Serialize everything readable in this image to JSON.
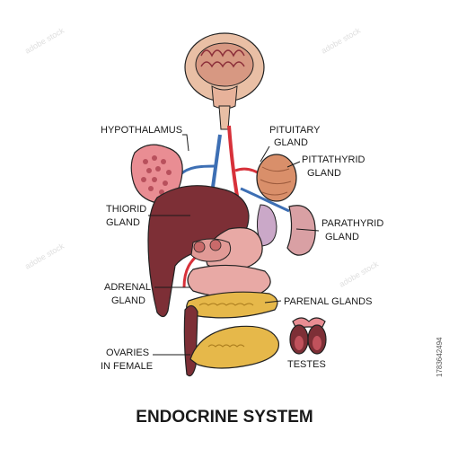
{
  "labels": {
    "hypothalamus": "HYPOTHALAMUS",
    "pituitary_1": "PITUITARY",
    "pituitary_2": "GLAND",
    "pittathyrid_1": "PITTATHYRID",
    "pittathyrid_2": "GLAND",
    "thiorid_1": "THIORID",
    "thiorid_2": "GLAND",
    "parathyrid_1": "PARATHYRID",
    "parathyrid_2": "GLAND",
    "adrenal_1": "ADRENAL",
    "adrenal_2": "GLAND",
    "parenal": "PARENAL GLANDS",
    "ovaries_1": "OVARIES",
    "ovaries_2": "IN FEMALE",
    "testes": "TESTES"
  },
  "title": "ENDOCRINE SYSTEM",
  "stock_id": "1783642494",
  "colors": {
    "brain": "#e9bfa5",
    "liver": "#7d2f36",
    "thyroid": "#e98d93",
    "artery": "#d7313a",
    "vein": "#3d6fb4",
    "pancreas": "#e6b84a",
    "intestine": "#e8a9a5",
    "outline": "#222222"
  }
}
